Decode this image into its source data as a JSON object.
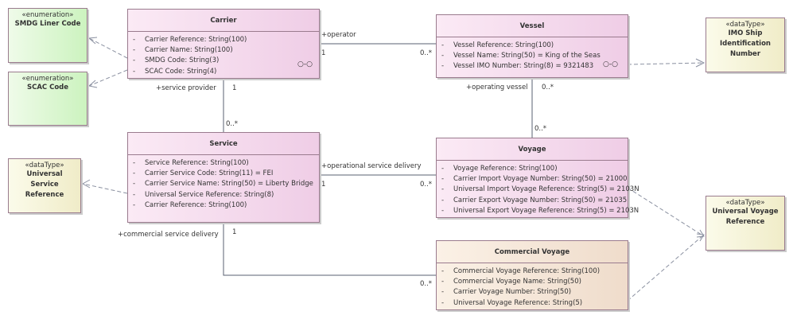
{
  "classes": {
    "carrier": {
      "name": "Carrier",
      "attributes": [
        {
          "vis": "-",
          "text": "Carrier Reference: String(100)"
        },
        {
          "vis": "-",
          "text": "Carrier Name: String(100)"
        },
        {
          "vis": "-",
          "text": "SMDG Code: String(3)"
        },
        {
          "vis": "-",
          "text": "SCAC Code: String(4)"
        }
      ]
    },
    "vessel": {
      "name": "Vessel",
      "attributes": [
        {
          "vis": "-",
          "text": "Vessel Reference: String(100)"
        },
        {
          "vis": "-",
          "text": "Vessel Name: String(50) = King of the Seas"
        },
        {
          "vis": "-",
          "text": "Vessel IMO Number: String(8) = 9321483"
        }
      ]
    },
    "service": {
      "name": "Service",
      "attributes": [
        {
          "vis": "-",
          "text": "Service Reference: String(100)"
        },
        {
          "vis": "-",
          "text": "Carrier Service Code: String(11) = FEI"
        },
        {
          "vis": "-",
          "text": "Carrier Service Name: String(50) = Liberty Bridge"
        },
        {
          "vis": "-",
          "text": "Universal Service Reference: String(8)"
        },
        {
          "vis": "-",
          "text": "Carrier Reference: String(100)"
        }
      ]
    },
    "voyage": {
      "name": "Voyage",
      "attributes": [
        {
          "vis": "-",
          "text": "Voyage Reference: String(100)"
        },
        {
          "vis": "-",
          "text": "Carrier Import Voyage Number: String(50) = 21000"
        },
        {
          "vis": "-",
          "text": "Universal Import Voyage Reference: String(5) = 2103N"
        },
        {
          "vis": "-",
          "text": "Carrier Export Voyage Number: String(50) = 21035"
        },
        {
          "vis": "-",
          "text": "Universal Export Voyage Reference: String(5) = 2103N"
        }
      ]
    },
    "commercial_voyage": {
      "name": "Commercial Voyage",
      "attributes": [
        {
          "vis": "-",
          "text": "Commercial Voyage Reference: String(100)"
        },
        {
          "vis": "-",
          "text": "Commercial Voyage Name: String(50)"
        },
        {
          "vis": "-",
          "text": "Carrier Voyage Number: String(50)"
        },
        {
          "vis": "-",
          "text": "Universal Voyage Reference: String(5)"
        }
      ]
    }
  },
  "types": {
    "smdg": {
      "stereotype": "«enumeration»",
      "name": "SMDG Liner Code"
    },
    "scac": {
      "stereotype": "«enumeration»",
      "name": "SCAC Code"
    },
    "imo": {
      "stereotype": "«dataType»",
      "name": "IMO Ship Identification Number"
    },
    "usr": {
      "stereotype": "«dataType»",
      "name": "Universal Service Reference"
    },
    "uvr": {
      "stereotype": "«dataType»",
      "name": "Universal Voyage Reference"
    }
  },
  "associations": {
    "carrier_vessel": {
      "role": "+operator",
      "src_mult": "1",
      "dst_mult": "0..*"
    },
    "carrier_service": {
      "role": "+service provider",
      "src_mult": "1",
      "dst_mult": "0..*"
    },
    "vessel_voyage": {
      "role": "+operating vessel",
      "src_mult": "0..*",
      "dst_mult": "0..*"
    },
    "service_voyage": {
      "role": "+operational service delivery",
      "src_mult": "1",
      "dst_mult": "0..*"
    },
    "service_commercial": {
      "role": "+commercial service delivery",
      "src_mult": "1",
      "dst_mult": "0..*"
    }
  },
  "colors": {
    "class_fill": "#f3d6ec",
    "commercial_fill": "#f2e0d0",
    "enum_fill": "#d8f6cc",
    "datatype_fill": "#f4f1d4",
    "line": "#5a6070"
  }
}
